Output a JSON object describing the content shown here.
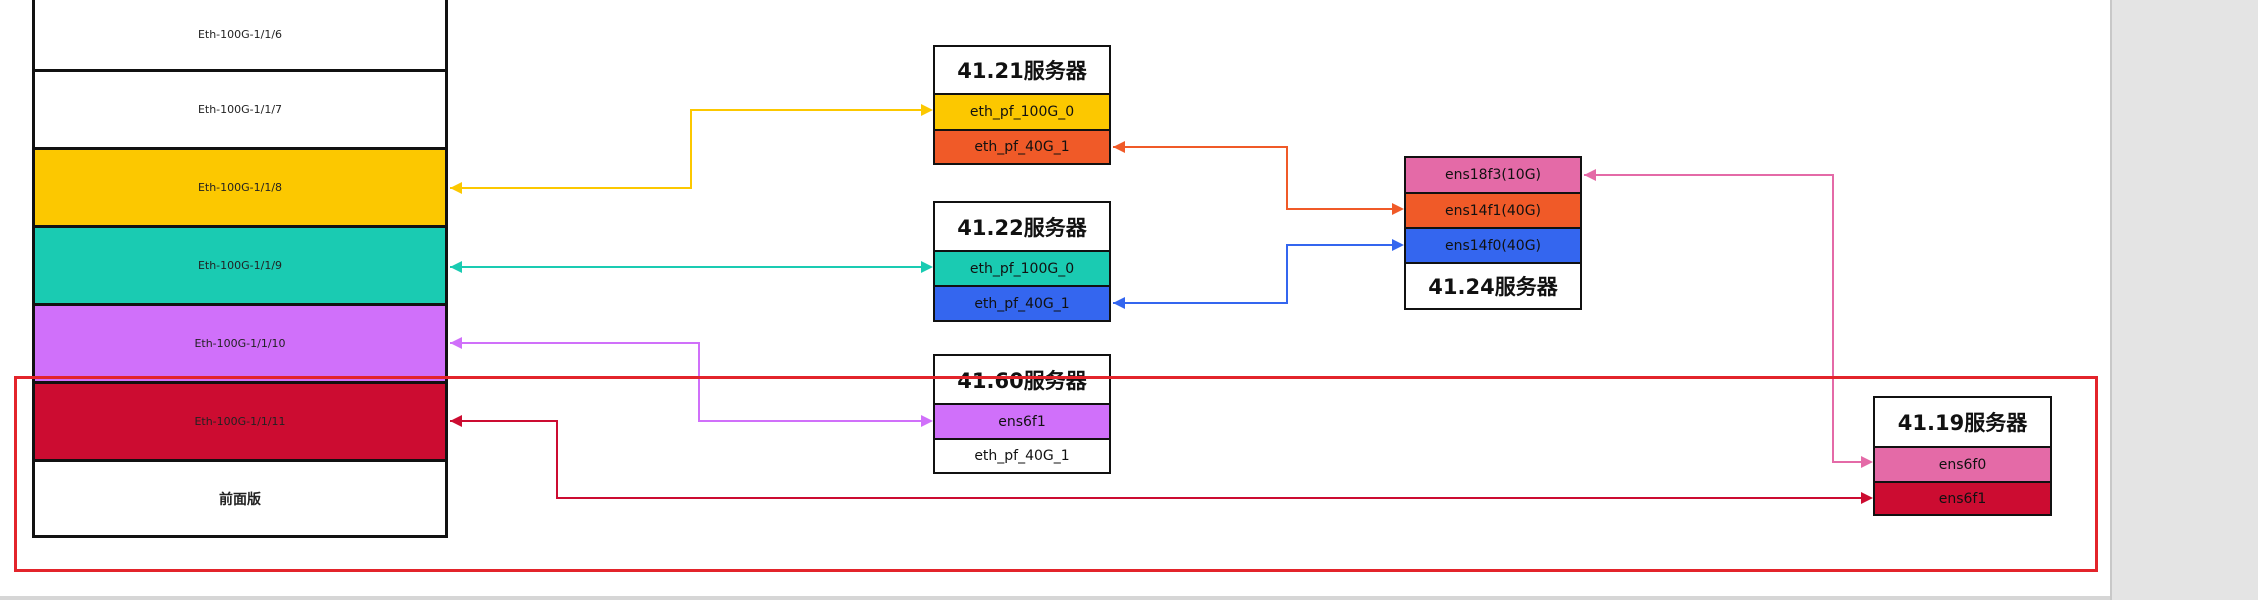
{
  "switch": {
    "ports": [
      {
        "label": "Eth-100G-1/1/6",
        "color": "#ffffff"
      },
      {
        "label": "Eth-100G-1/1/7",
        "color": "#ffffff"
      },
      {
        "label": "Eth-100G-1/1/8",
        "color": "#fcc800"
      },
      {
        "label": "Eth-100G-1/1/9",
        "color": "#1acbb2"
      },
      {
        "label": "Eth-100G-1/1/10",
        "color": "#d070fa"
      },
      {
        "label": "Eth-100G-1/1/11",
        "color": "#cc0c31"
      }
    ],
    "front_panel": "前面版"
  },
  "servers": {
    "s4121": {
      "title": "41.21服务器",
      "ports": [
        {
          "label": "eth_pf_100G_0",
          "color": "#fcc800"
        },
        {
          "label": "eth_pf_40G_1",
          "color": "#f05a28"
        }
      ]
    },
    "s4122": {
      "title": "41.22服务器",
      "ports": [
        {
          "label": "eth_pf_100G_0",
          "color": "#1acbb2"
        },
        {
          "label": "eth_pf_40G_1",
          "color": "#3466ef"
        }
      ]
    },
    "s4160": {
      "title": "41.60服务器",
      "ports": [
        {
          "label": "ens6f1",
          "color": "#d070fa"
        },
        {
          "label": "eth_pf_40G_1",
          "color": "#ffffff"
        }
      ]
    },
    "s4124": {
      "title": "41.24服务器",
      "ports": [
        {
          "label": "ens18f3(10G)",
          "color": "#e46aa7"
        },
        {
          "label": "ens14f1(40G)",
          "color": "#f05a28"
        },
        {
          "label": "ens14f0(40G)",
          "color": "#3466ef"
        }
      ]
    },
    "s4119": {
      "title": "41.19服务器",
      "ports": [
        {
          "label": "ens6f0",
          "color": "#e46aa7"
        },
        {
          "label": "ens6f1",
          "color": "#cc0c31"
        }
      ]
    }
  },
  "colors": {
    "yellow": "#fcc800",
    "teal": "#1acbb2",
    "purple": "#d070fa",
    "red": "#cc0c31",
    "orange": "#f05a28",
    "blue": "#3466ef",
    "pink": "#e46aa7",
    "highlight": "#e3242b"
  }
}
